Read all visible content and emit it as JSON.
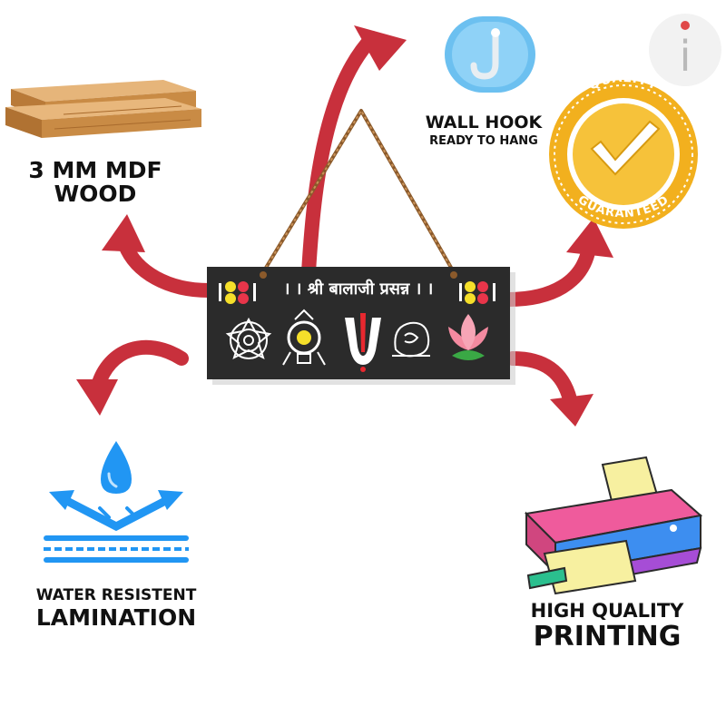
{
  "features": {
    "mdf": {
      "line1": "3 MM MDF",
      "line2": "WOOD"
    },
    "hook": {
      "line1": "WALL HOOK",
      "line2": "READY TO HANG"
    },
    "quality_badge": {
      "top": "QUALITY",
      "bottom": "GUARANTEED"
    },
    "water": {
      "line1": "WATER RESISTENT",
      "line2": "LAMINATION"
    },
    "printing": {
      "line1": "HIGH QUALITY",
      "line2": "PRINTING"
    }
  },
  "plaque": {
    "text": "। । श्री बालाजी प्रसन्न । ।"
  },
  "brand": {
    "logo_letter": "i"
  },
  "colors": {
    "arrow": "#c8303c",
    "plaque": "#2b2b2b",
    "wood": "#d9a05b",
    "hook": "#5fb6ec",
    "badge_gold": "#f2b01e",
    "water_blue": "#2196f3",
    "printer_pink": "#ef5b9c",
    "printer_blue": "#3d8ef0",
    "paper_yellow": "#f7f0a0"
  }
}
